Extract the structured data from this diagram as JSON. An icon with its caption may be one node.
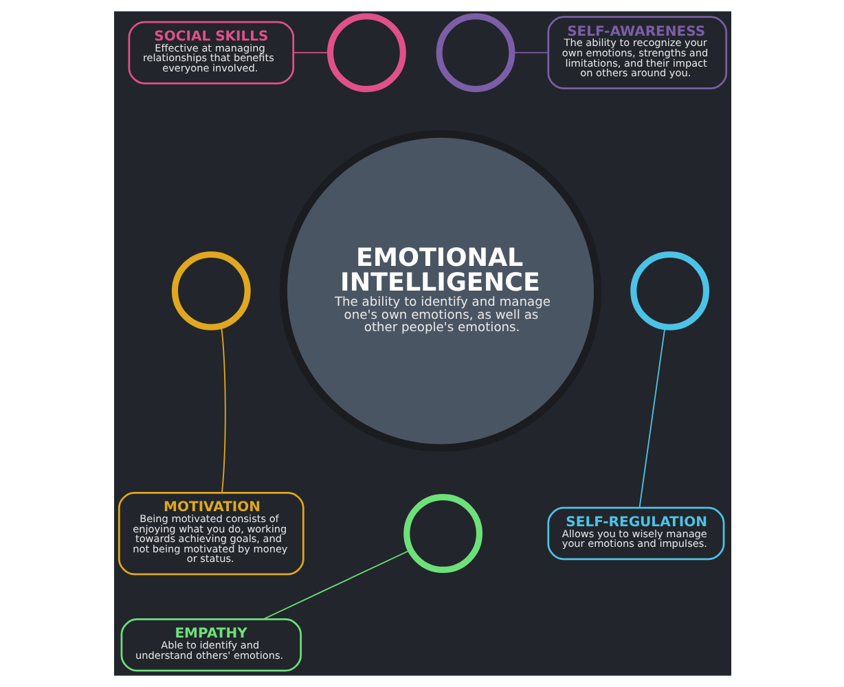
{
  "diagram": {
    "nodes": [
      {
        "text": [
          "SOCIAL SKILLS",
          "Effective at managing relationships that benefits everyone involved."
        ]
      },
      {
        "text": [],
        "shape": "circle"
      },
      {
        "text": [],
        "shape": "circle"
      },
      {
        "text": [
          "SELF-AWARENESS",
          "The ability to recognize your own emotions, strengths and limitations, and their impact on others around you."
        ]
      },
      {
        "text": [
          "EMOTIONAL INTELLIGENCE",
          "The ability to identify and manage one's own emotions, as well as other people's emotions."
        ]
      },
      {
        "text": [],
        "shape": "circle"
      },
      {
        "text": [],
        "shape": "circle"
      },
      {
        "text": [
          "MOTIVATION",
          "Being motivated consists of enjoying what you do, working towards achieving goals, and not being motivated by money or status."
        ]
      },
      {
        "text": [],
        "shape": "circle"
      },
      {
        "text": [
          "SELF-REGULATION",
          "Allows you to wisely manage your emotions and impulses."
        ]
      },
      {
        "text": [
          "EMPATHY",
          "Able to identify and understand others' emotions."
        ]
      }
    ],
    "edges": [
      {
        "from": 0,
        "to": 1,
        "arrow": "none",
        "color": "#e0508a"
      },
      {
        "from": 3,
        "to": 2,
        "arrow": "none",
        "color": "#7b5ea7"
      },
      {
        "from": 7,
        "to": 5,
        "arrow": "none",
        "color": "#e0a820"
      },
      {
        "from": 9,
        "to": 6,
        "arrow": "none",
        "color": "#4cc3e6"
      },
      {
        "from": 10,
        "to": 8,
        "arrow": "none",
        "color": "#6ee07a"
      }
    ]
  }
}
